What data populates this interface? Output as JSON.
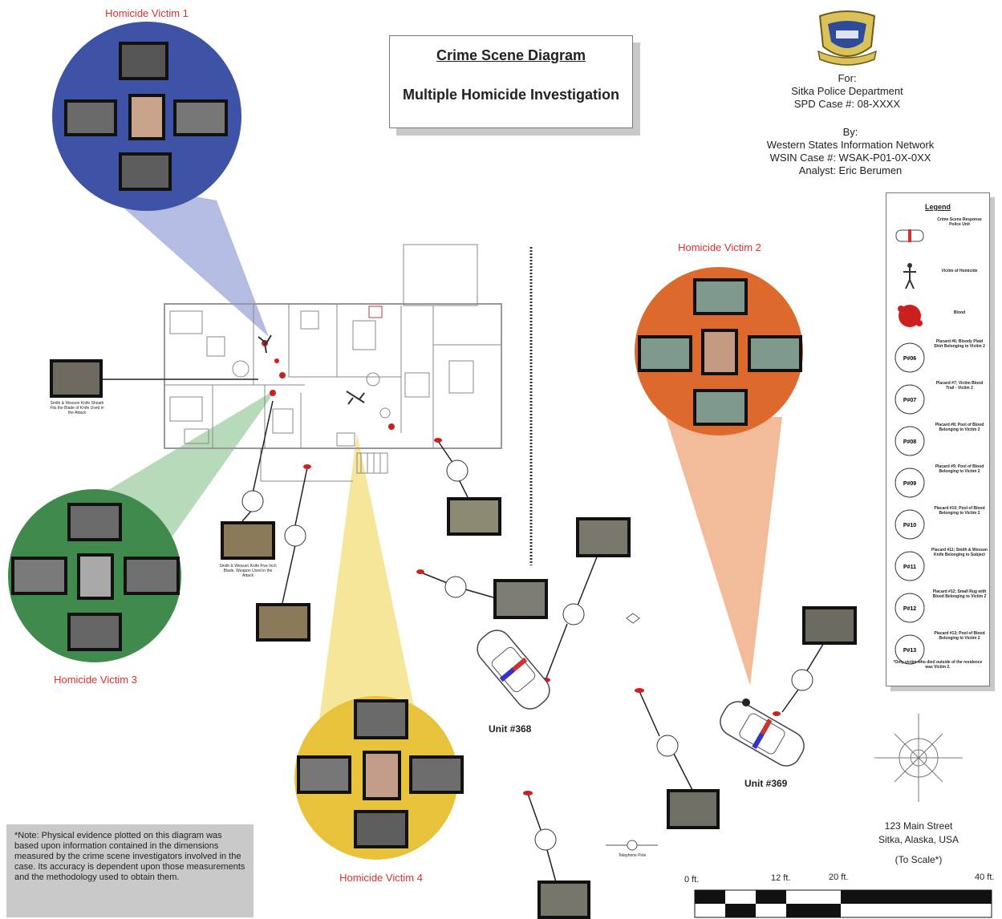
{
  "title": "Crime Scene Diagram",
  "subtitle": "Multiple Homicide Investigation",
  "for_block": {
    "for_label": "For:",
    "department": "Sitka Police Department",
    "case": "SPD Case #: 08-XXXX"
  },
  "by_block": {
    "by_label": "By:",
    "org": "Western States Information Network",
    "case": "WSIN Case #: WSAK-P01-0X-0XX",
    "analyst": "Analyst: Eric Berumen"
  },
  "victims": [
    {
      "label": "Homicide Victim 1",
      "color": "#3f53a6",
      "cone": "#9fa9d8"
    },
    {
      "label": "Homicide Victim 2",
      "color": "#dd6a2c",
      "cone": "#f0b18e"
    },
    {
      "label": "Homicide Victim 3",
      "color": "#3f8a4c",
      "cone": "#a8d1ad"
    },
    {
      "label": "Homicide Victim 4",
      "color": "#e7c23a",
      "cone": "#f4e28c"
    }
  ],
  "legend": {
    "title": "Legend",
    "items": [
      {
        "icon": "police-car-icon",
        "text": "Crime Scene Response Police Unit"
      },
      {
        "icon": "victim-figure-icon",
        "text": "Victim of Homicide"
      },
      {
        "icon": "blood-icon",
        "text": "Blood"
      },
      {
        "icon": "placard",
        "code": "P#06",
        "text": "Placard #6; Bloody Plaid Shirt Belonging to Victim 2"
      },
      {
        "icon": "placard",
        "code": "P#07",
        "text": "Placard #7; Victim Blood Trail - Victim 2"
      },
      {
        "icon": "placard",
        "code": "P#08",
        "text": "Placard #8; Pool of Blood Belonging to Victim 2"
      },
      {
        "icon": "placard",
        "code": "P#09",
        "text": "Placard #9; Pool of Blood Belonging to Victim 2"
      },
      {
        "icon": "placard",
        "code": "P#10",
        "text": "Placard #10; Pool of Blood Belonging to Victim 2"
      },
      {
        "icon": "placard",
        "code": "P#11",
        "text": "Placard #11; Smith & Wesson Knife Belonging to Subject"
      },
      {
        "icon": "placard",
        "code": "P#12",
        "text": "Placard #12; Small Rug with Blood Belonging to Victim 2"
      },
      {
        "icon": "placard",
        "code": "P#13",
        "text": "Placard #13; Pool of Blood Belonging to Victim 2"
      }
    ],
    "note": "*Only victim who died outside of the residence was Victim 2."
  },
  "evidence_captions": {
    "sheath": "Smith & Wesson Knife Sheath Fits the Blade of Knife Used in the Attack",
    "knife": "Smith & Wesson Knife Five Inch Blade. Weapon Used in the Attack"
  },
  "units": [
    "Unit #368",
    "Unit #369"
  ],
  "address": {
    "street": "123 Main Street",
    "city": "Sitka, Alaska, USA",
    "scale_note": "(To Scale*)"
  },
  "scale_ticks": [
    "0 ft.",
    "12 ft.",
    "20 ft.",
    "40 ft."
  ],
  "note": "*Note: Physical evidence plotted on this diagram was based upon information contained in the dimensions measured by the crime scene investigators involved in the case. Its accuracy is dependent upon those measurements and the methodology used to obtain them.",
  "telephone_pole": "Telephone Pole",
  "colors": {
    "red": "#d8322a",
    "blood": "#cc1f1f",
    "note_bg": "#c9c9c9"
  }
}
